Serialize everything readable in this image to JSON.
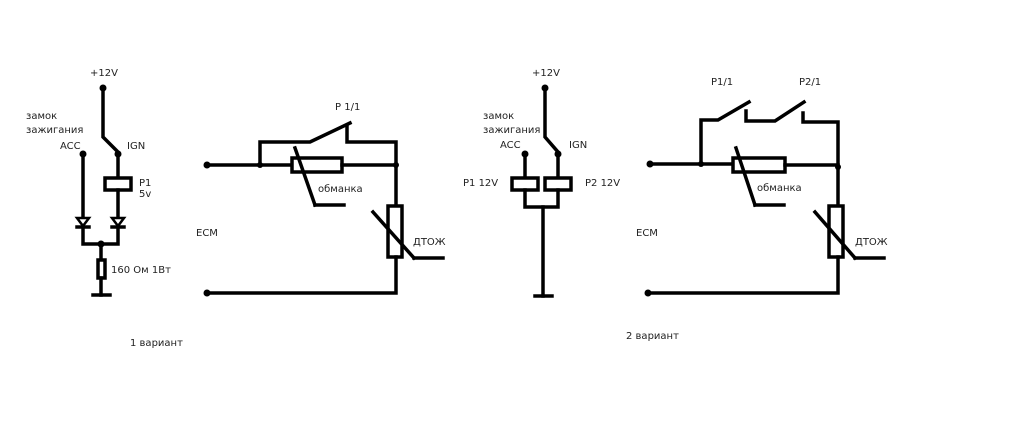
{
  "diagram": {
    "variant1": {
      "caption": "1 вариант",
      "supply_label": "+12V",
      "ignition_lock_label_line1": "замок",
      "ignition_lock_label_line2": "зажигания",
      "acc_label": "ACC",
      "ign_label": "IGN",
      "relay_label_line1": "P1",
      "relay_label_line2": "5v",
      "resistor_label": "160 Ом 1Вт",
      "switch_label": "P 1/1",
      "ecm_label": "ECM",
      "dummy_resistor_label": "обманка",
      "sensor_label": "ДТОЖ"
    },
    "variant2": {
      "caption": "2 вариант",
      "supply_label": "+12V",
      "ignition_lock_label_line1": "замок",
      "ignition_lock_label_line2": "зажигания",
      "acc_label": "ACC",
      "ign_label": "IGN",
      "relay1_label": "P1 12V",
      "relay2_label": "P2 12V",
      "switch1_label": "P1/1",
      "switch2_label": "P2/1",
      "ecm_label": "ECM",
      "dummy_resistor_label": "обманка",
      "sensor_label": "ДТОЖ"
    }
  }
}
